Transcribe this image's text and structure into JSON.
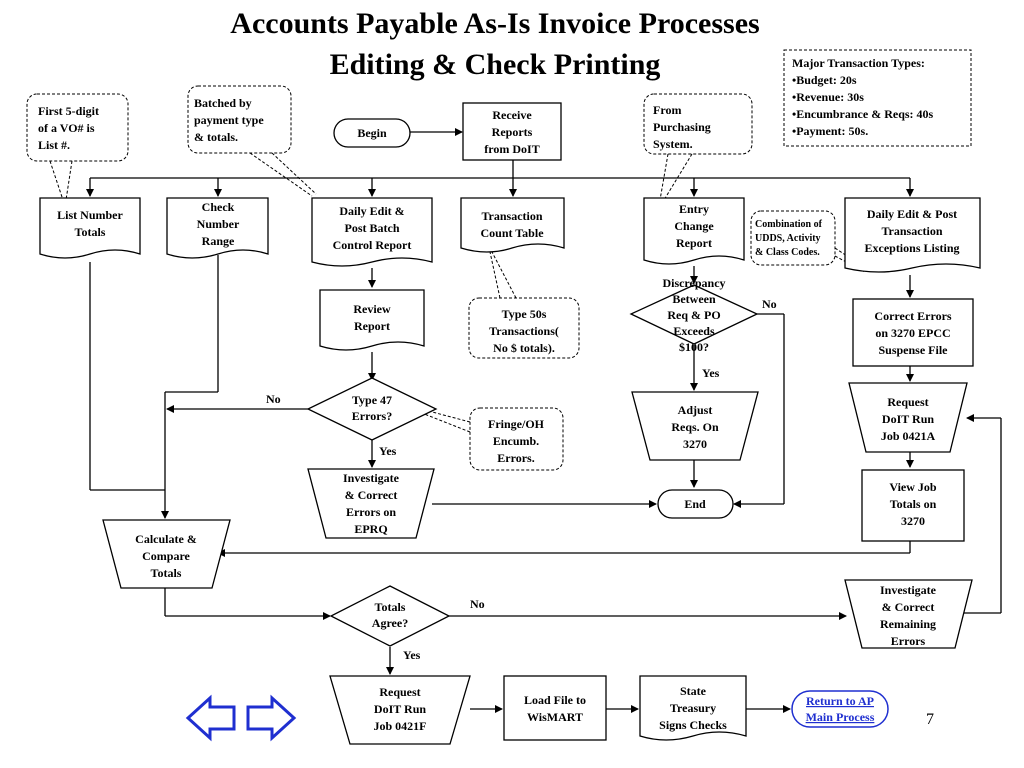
{
  "title": {
    "line1": "Accounts Payable As-Is Invoice Processes",
    "line2": "Editing & Check Printing"
  },
  "notes": {
    "transaction_types": [
      "Major Transaction Types:",
      "•Budget:  20s",
      "•Revenue: 30s",
      "•Encumbrance & Reqs: 40s",
      "•Payment: 50s."
    ],
    "list_num": [
      "First 5-digit",
      "of a VO# is",
      "List #."
    ],
    "batched": [
      "Batched by",
      "payment type",
      "& totals."
    ],
    "purchasing": [
      "From",
      "Purchasing",
      "System."
    ],
    "combination": [
      "Combination of",
      "UDDS, Activity",
      "& Class Codes."
    ],
    "type50": [
      "Type 50s",
      "Transactions(",
      "No $ totals)."
    ],
    "fringe": [
      "Fringe/OH",
      "Encumb.",
      "Errors."
    ]
  },
  "nodes": {
    "begin": [
      "Begin"
    ],
    "receive": [
      "Receive",
      "Reports",
      "from DoIT"
    ],
    "list_number": [
      "List Number",
      "Totals"
    ],
    "check_number": [
      "Check",
      "Number",
      "Range"
    ],
    "daily_edit": [
      "Daily Edit &",
      "Post Batch",
      "Control Report"
    ],
    "trans_count": [
      "Transaction",
      "Count Table"
    ],
    "entry_change": [
      "Entry",
      "Change",
      "Report"
    ],
    "exceptions": [
      "Daily Edit & Post",
      "Transaction",
      "Exceptions Listing"
    ],
    "review": [
      "Review",
      "Report"
    ],
    "type47": [
      "Type 47",
      "Errors?"
    ],
    "investigate_eprq": [
      "Investigate",
      "& Correct",
      "Errors on",
      "EPRQ"
    ],
    "discrepancy": [
      "Discrepancy",
      "Between",
      "Req & PO",
      "Exceeds",
      "$100?"
    ],
    "adjust": [
      "Adjust",
      "Reqs. On",
      "3270"
    ],
    "end": [
      "End"
    ],
    "correct_errors": [
      "Correct Errors",
      "on 3270 EPCC",
      "Suspense File"
    ],
    "request_a": [
      "Request",
      "DoIT Run",
      "Job 0421A"
    ],
    "view_job": [
      "View Job",
      "Totals on",
      "3270"
    ],
    "calculate": [
      "Calculate &",
      "Compare",
      "Totals"
    ],
    "totals_agree": [
      "Totals",
      "Agree?"
    ],
    "investigate_remaining": [
      "Investigate",
      "& Correct",
      "Remaining",
      "Errors"
    ],
    "request_f": [
      "Request",
      "DoIT Run",
      "Job 0421F"
    ],
    "load_file": [
      "Load File to",
      "WisMART"
    ],
    "state_treasury": [
      "State",
      "Treasury",
      "Signs Checks"
    ],
    "return_ap": [
      "Return to AP",
      "Main Process"
    ]
  },
  "labels": {
    "no_type47": "No",
    "yes_type47": "Yes",
    "no_disc": "No",
    "yes_disc": "Yes",
    "no_totals": "No",
    "yes_totals": "Yes"
  },
  "page_number": "7",
  "colors": {
    "nav_arrow": "#1f2fd0",
    "link": "#1f2fd0"
  }
}
